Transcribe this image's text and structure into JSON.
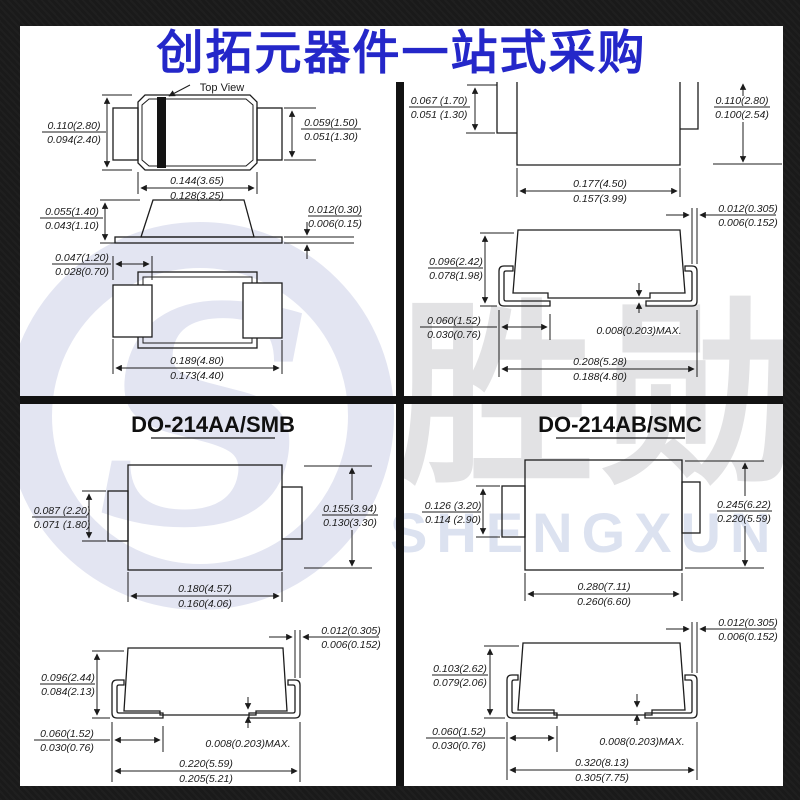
{
  "header": {
    "title": "创拓元器件一站式采购",
    "color": "#2427c9"
  },
  "watermark": {
    "cn": "胜勋",
    "en": "SHENGXUN",
    "logo_letter": "S",
    "star": "✦",
    "color": "#e3e5f2"
  },
  "q1": {
    "top_view_label": "Top View",
    "dims": {
      "tv_left": {
        "top": "0.110(2.80)",
        "bottom": "0.094(2.40)"
      },
      "tv_right": {
        "top": "0.059(1.50)",
        "bottom": "0.051(1.30)"
      },
      "tv_width": {
        "top": "0.144(3.65)",
        "bottom": "0.128(3.25)"
      },
      "sv_height": {
        "top": "0.055(1.40)",
        "bottom": "0.043(1.10)"
      },
      "sv_lead": {
        "top": "0.012(0.30)",
        "bottom": "0.006(0.15)"
      },
      "bv_pad": {
        "top": "0.047(1.20)",
        "bottom": "0.028(0.70)"
      },
      "bv_width": {
        "top": "0.189(4.80)",
        "bottom": "0.173(4.40)"
      }
    }
  },
  "q2": {
    "dims": {
      "tv_left": {
        "top": "0.067 (1.70)",
        "bottom": "0.051 (1.30)"
      },
      "tv_right": {
        "top": "0.110(2.80)",
        "bottom": "0.100(2.54)"
      },
      "tv_width": {
        "top": "0.177(4.50)",
        "bottom": "0.157(3.99)"
      },
      "sv_gap": {
        "top": "0.012(0.305)",
        "bottom": "0.006(0.152)"
      },
      "sv_height": {
        "top": "0.096(2.42)",
        "bottom": "0.078(1.98)"
      },
      "sv_foot": {
        "top": "0.060(1.52)",
        "bottom": "0.030(0.76)"
      },
      "sv_standoff": "0.008(0.203)MAX.",
      "sv_width": {
        "top": "0.208(5.28)",
        "bottom": "0.188(4.80)"
      }
    }
  },
  "q3": {
    "title": "DO-214AA/SMB",
    "dims": {
      "tv_left": {
        "top": "0.087 (2.20)",
        "bottom": "0.071 (1.80)"
      },
      "tv_right": {
        "top": "0.155(3.94)",
        "bottom": "0.130(3.30)"
      },
      "tv_width": {
        "top": "0.180(4.57)",
        "bottom": "0.160(4.06)"
      },
      "sv_gap": {
        "top": "0.012(0.305)",
        "bottom": "0.006(0.152)"
      },
      "sv_height": {
        "top": "0.096(2.44)",
        "bottom": "0.084(2.13)"
      },
      "sv_foot": {
        "top": "0.060(1.52)",
        "bottom": "0.030(0.76)"
      },
      "sv_standoff": "0.008(0.203)MAX.",
      "sv_width": {
        "top": "0.220(5.59)",
        "bottom": "0.205(5.21)"
      }
    }
  },
  "q4": {
    "title": "DO-214AB/SMC",
    "dims": {
      "tv_left": {
        "top": "0.126 (3.20)",
        "bottom": "0.114 (2.90)"
      },
      "tv_right": {
        "top": "0.245(6.22)",
        "bottom": "0.220(5.59)"
      },
      "tv_width": {
        "top": "0.280(7.11)",
        "bottom": "0.260(6.60)"
      },
      "sv_gap": {
        "top": "0.012(0.305)",
        "bottom": "0.006(0.152)"
      },
      "sv_height": {
        "top": "0.103(2.62)",
        "bottom": "0.079(2.06)"
      },
      "sv_foot": {
        "top": "0.060(1.52)",
        "bottom": "0.030(0.76)"
      },
      "sv_standoff": "0.008(0.203)MAX.",
      "sv_width": {
        "top": "0.320(8.13)",
        "bottom": "0.305(7.75)"
      }
    }
  }
}
